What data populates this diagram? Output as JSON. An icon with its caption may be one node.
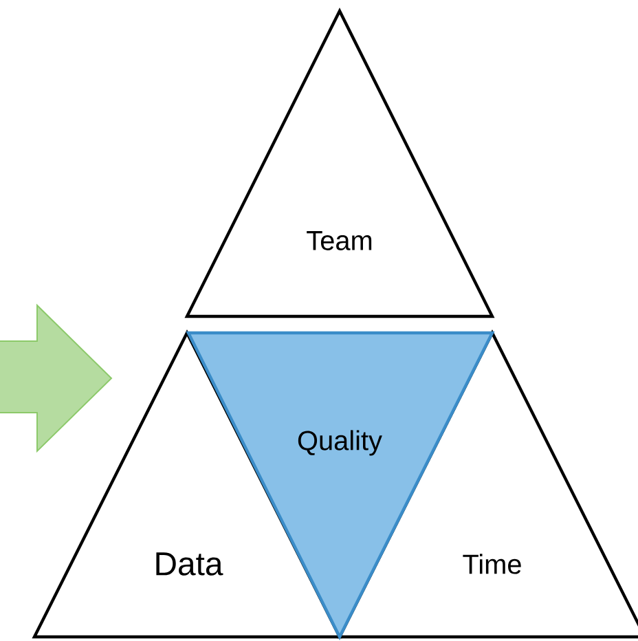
{
  "diagram": {
    "nodes": [
      {
        "text": [
          "Team"
        ]
      },
      {
        "text": [
          "Quality"
        ]
      },
      {
        "text": [
          "Data"
        ]
      },
      {
        "text": [
          "Time"
        ]
      }
    ]
  }
}
